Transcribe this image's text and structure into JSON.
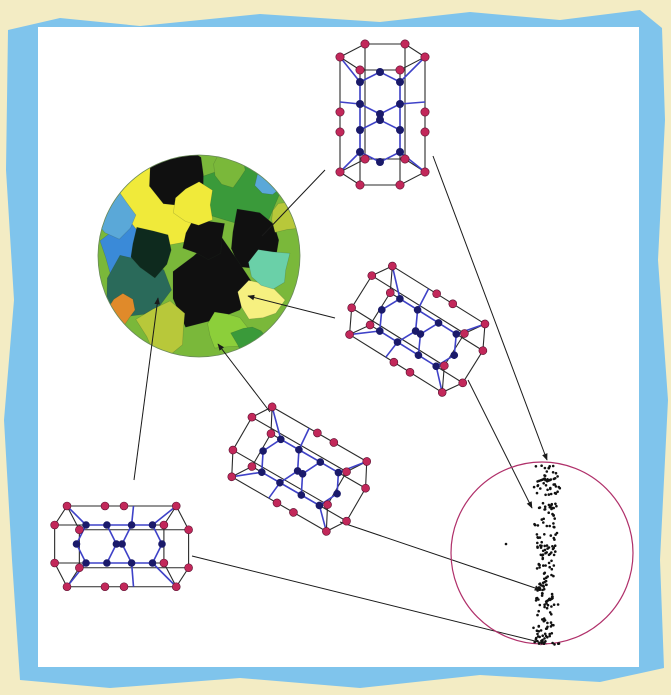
{
  "figure": {
    "kind": "crystal-orientation-diagram",
    "colors": {
      "paper": "#f3ecc4",
      "frame_blue": "#7fc4ec",
      "panel": "#ffffff",
      "atom": "#c2285a",
      "lattice_blue": "#3f42c8",
      "cell_edge": "#2a2a2a",
      "pole_circle": "#b0306a",
      "arrow": "#1a1a1a",
      "grain_colors": [
        "#f0ea3a",
        "#8ccf3a",
        "#3a9a3a",
        "#0e2a1e",
        "#1a4a6a",
        "#3a8ad8",
        "#6ad0a8",
        "#b8c83a",
        "#e08a2a",
        "#7ab83a",
        "#f6f080",
        "#2a6a5a",
        "#101010",
        "#5aa8d8"
      ]
    },
    "elements": [
      {
        "id": "grain-map",
        "label": "",
        "type": "microstructure-map"
      },
      {
        "id": "unit-cell-top",
        "label": "",
        "type": "hexagonal-ice-lattice"
      },
      {
        "id": "unit-cell-middle",
        "label": "",
        "type": "hexagonal-ice-lattice"
      },
      {
        "id": "unit-cell-center",
        "label": "",
        "type": "hexagonal-ice-lattice"
      },
      {
        "id": "unit-cell-left",
        "label": "",
        "type": "hexagonal-ice-lattice"
      },
      {
        "id": "pole-figure",
        "label": "",
        "type": "stereographic-projection"
      }
    ]
  }
}
